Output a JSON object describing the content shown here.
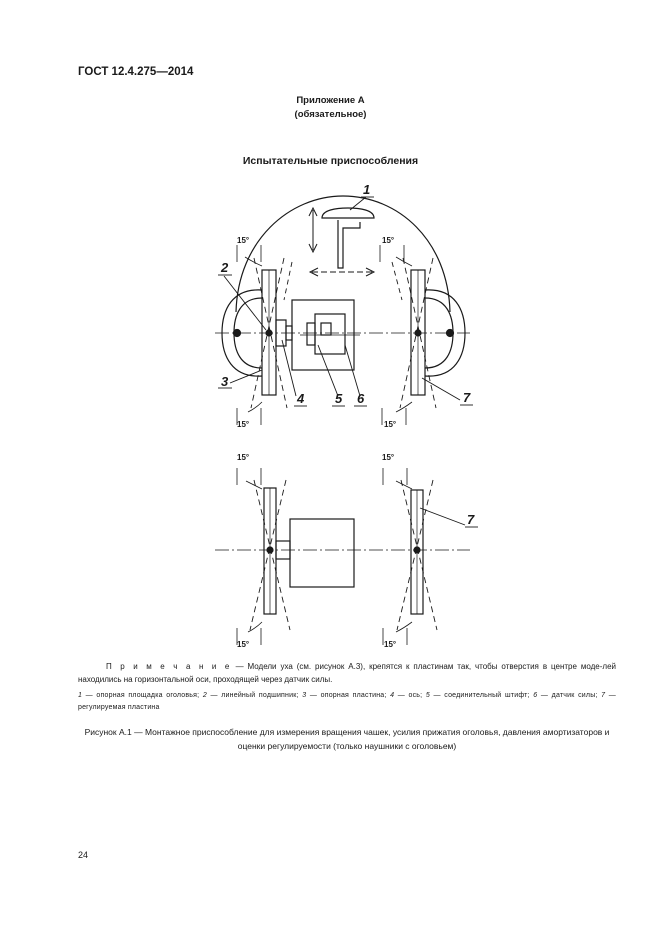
{
  "header": {
    "standard": "ГОСТ 12.4.275—2014"
  },
  "appendix": {
    "title": "Приложение А",
    "status": "(обязательное)"
  },
  "section_title": "Испытательные приспособления",
  "figure": {
    "callouts": [
      "1",
      "2",
      "3",
      "4",
      "5",
      "6",
      "7"
    ],
    "angle_label": "15°"
  },
  "note": {
    "lead": "П р и м е ч а н и е",
    "text": " — Модели уха (см. рисунок А.3), крепятся к пластинам так, чтобы отверстия в центре моде-лей находились на горизонтальной оси, проходящей через датчик силы."
  },
  "legend": [
    {
      "num": "1",
      "text": " — опорная площадка оголовья; "
    },
    {
      "num": "2",
      "text": " — линейный подшипник; "
    },
    {
      "num": "3",
      "text": " — опорная пластина; "
    },
    {
      "num": "4",
      "text": " — ось; "
    },
    {
      "num": "5",
      "text": " — соединительный штифт; "
    },
    {
      "num": "6",
      "text": " — датчик силы; "
    },
    {
      "num": "7",
      "text": " — регулируемая пластина"
    }
  ],
  "caption": "Рисунок А.1 — Монтажное приспособление для измерения вращения чашек, усилия прижатия оголовья, давления амортизаторов и оценки регулируемости (только наушники с оголовьем)",
  "page_number": "24"
}
